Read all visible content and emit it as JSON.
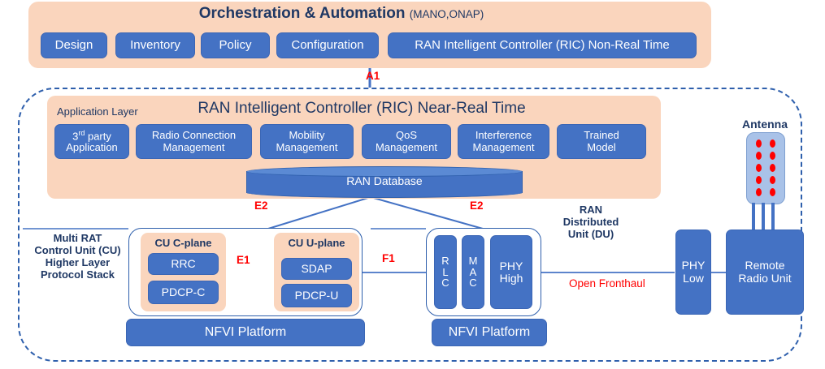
{
  "orchestration": {
    "title": "Orchestration & Automation",
    "subtitle": "(MANO,ONAP)",
    "buttons": [
      {
        "label": "Design"
      },
      {
        "label": "Inventory"
      },
      {
        "label": "Policy"
      },
      {
        "label": "Configuration"
      },
      {
        "label": "RAN Intelligent Controller (RIC) Non-Real Time"
      }
    ]
  },
  "interfaces": {
    "a1": "A1",
    "e2_left": "E2",
    "e2_right": "E2",
    "e1": "E1",
    "f1": "F1",
    "open_fronthaul": "Open Fronthaul"
  },
  "ric": {
    "layer_label": "Application Layer",
    "title": "RAN Intelligent Controller (RIC) Near-Real Time",
    "apps": [
      {
        "label": "3rd party Application",
        "line1": "3",
        "sup": "rd",
        "line1b": " party",
        "line2": "Application"
      },
      {
        "label": "Radio Connection Management",
        "line1": "Radio Connection",
        "line2": "Management"
      },
      {
        "label": "Mobility Management",
        "line1": "Mobility",
        "line2": "Management"
      },
      {
        "label": "QoS Management",
        "line1": "QoS",
        "line2": "Management"
      },
      {
        "label": "Interference Management",
        "line1": "Interference",
        "line2": "Management"
      },
      {
        "label": "Trained Model",
        "line1": "Trained",
        "line2": "Model"
      }
    ],
    "database": "RAN Database"
  },
  "cu": {
    "side_label_lines": [
      "Multi RAT",
      "Control Unit (CU)",
      "Higher Layer",
      "Protocol Stack"
    ],
    "c_plane": {
      "title": "CU C-plane",
      "blocks": [
        "RRC",
        "PDCP-C"
      ]
    },
    "u_plane": {
      "title": "CU U-plane",
      "blocks": [
        "SDAP",
        "PDCP-U"
      ]
    },
    "nfvi": "NFVI Platform"
  },
  "du": {
    "side_label_lines": [
      "RAN",
      "Distributed",
      "Unit (DU)"
    ],
    "blocks": [
      {
        "name": "RLC",
        "letters": [
          "R",
          "L",
          "C"
        ]
      },
      {
        "name": "MAC",
        "letters": [
          "M",
          "A",
          "C"
        ]
      },
      {
        "name": "PHY High",
        "line1": "PHY",
        "line2": "High"
      }
    ],
    "nfvi": "NFVI Platform"
  },
  "radio": {
    "antenna_label": "Antenna",
    "phy_low": {
      "line1": "PHY",
      "line2": "Low"
    },
    "rru": {
      "line1": "Remote",
      "line2": "Radio Unit"
    },
    "antenna_rows": 5,
    "antenna_cols": 2
  },
  "colors": {
    "block_blue": "#4472C4",
    "panel_peach": "#FAD5BD",
    "title_navy": "#1F3864",
    "interface_red": "#FF0000",
    "boundary_blue": "#2E5FAC",
    "antenna_body": "#A9C2E8",
    "antenna_element": "#FF0000"
  }
}
